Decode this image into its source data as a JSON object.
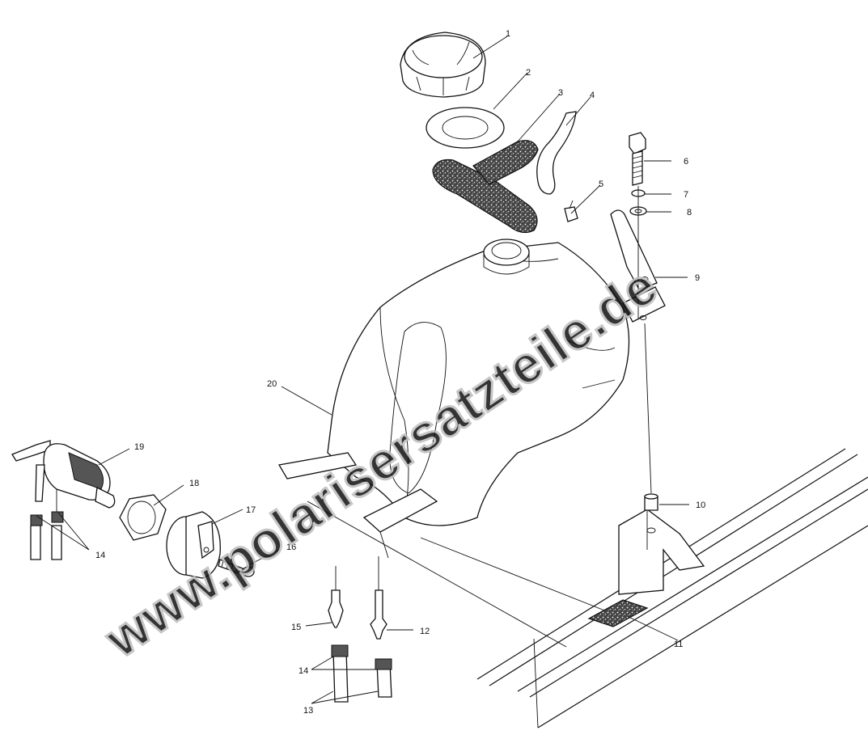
{
  "watermark": "www.polarisersatzteile.de",
  "callouts": {
    "c1": "1",
    "c2": "2",
    "c3": "3",
    "c4": "4",
    "c5": "5",
    "c6": "6",
    "c7": "7",
    "c8": "8",
    "c9": "9",
    "c10": "10",
    "c11": "11",
    "c12": "12",
    "c13": "13",
    "c14a": "14",
    "c14b": "14",
    "c15": "15",
    "c16": "16",
    "c17": "17",
    "c18": "18",
    "c19": "19",
    "c20": "20"
  }
}
